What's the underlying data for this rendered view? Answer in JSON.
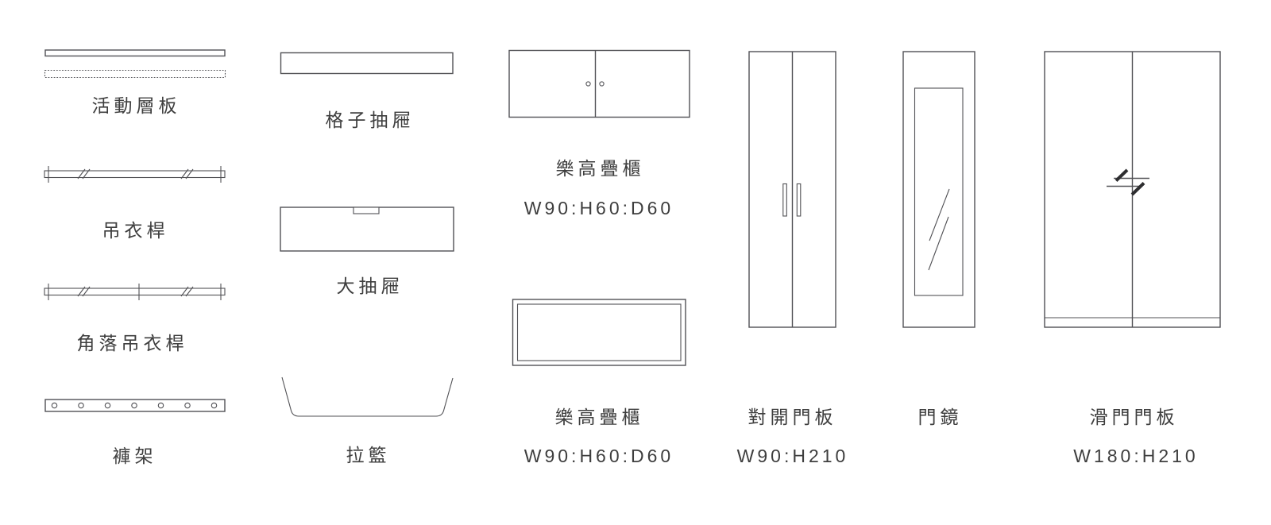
{
  "style": {
    "background": "#ffffff",
    "line_color": "#515155",
    "text_color": "#3e3e3e"
  },
  "items": {
    "movable_shelf": {
      "label": "活動層板"
    },
    "hanging_rod": {
      "label": "吊衣桿"
    },
    "corner_hanging_rod": {
      "label": "角落吊衣桿"
    },
    "pants_rack": {
      "label": "褲架"
    },
    "grid_drawer": {
      "label": "格子抽屜"
    },
    "large_drawer": {
      "label": "大抽屜"
    },
    "pull_basket": {
      "label": "拉籃"
    },
    "lego_stack_cabinet_front": {
      "label": "樂高疊櫃",
      "dimensions": "W90:H60:D60"
    },
    "lego_stack_cabinet_top": {
      "label": "樂高疊櫃",
      "dimensions": "W90:H60:D60"
    },
    "double_door_panel": {
      "label": "對開門板",
      "dimensions": "W90:H210"
    },
    "door_mirror": {
      "label": "門鏡"
    },
    "sliding_door_panel": {
      "label": "滑門門板",
      "dimensions": "W180:H210"
    }
  }
}
